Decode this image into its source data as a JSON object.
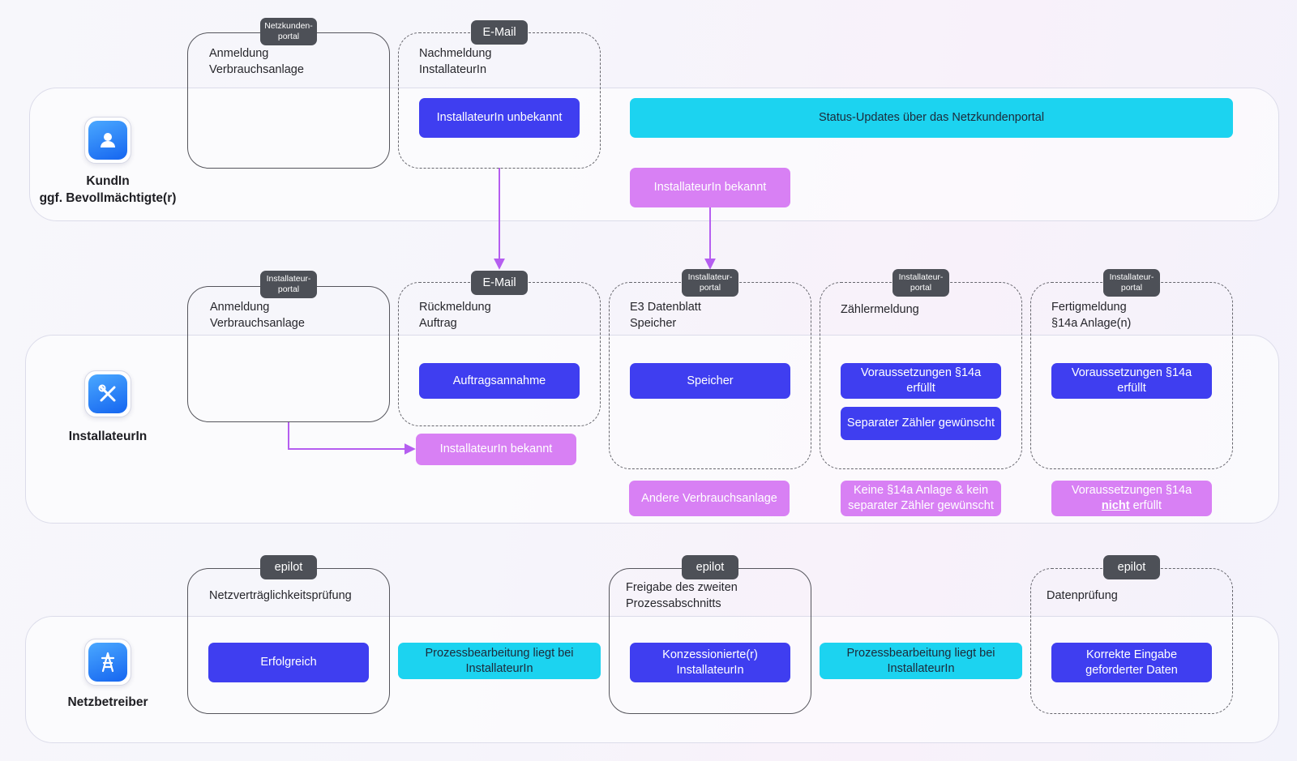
{
  "actors": {
    "customer": {
      "name": "KundIn",
      "sub": "ggf. Bevollmächtigte(r)",
      "icon": "person-icon"
    },
    "installer": {
      "name": "InstallateurIn",
      "icon": "tools-icon"
    },
    "operator": {
      "name": "Netzbetreiber",
      "icon": "power-pylon-icon"
    }
  },
  "row1": {
    "anmeldung": {
      "tag": "Netzkunden-portal",
      "title1": "Anmeldung",
      "title2": "Verbrauchsanlage"
    },
    "nachmeldung": {
      "tag": "E-Mail",
      "title1": "Nachmeldung",
      "title2": "InstallateurIn",
      "button": "InstallateurIn unbekannt"
    },
    "status": "Status-Updates über das Netzkundenportal",
    "installer_known": "InstallateurIn bekannt"
  },
  "row2": {
    "anmeldung": {
      "tag": "Installateur-portal",
      "title1": "Anmeldung",
      "title2": "Verbrauchsanlage"
    },
    "installer_known": "InstallateurIn bekannt",
    "rueckmeldung": {
      "tag": "E-Mail",
      "title1": "Rückmeldung",
      "title2": "Auftrag",
      "button": "Auftragsannahme"
    },
    "datenblatt": {
      "tag": "Installateur-portal",
      "title1": "E3 Datenblatt",
      "title2": "Speicher",
      "button": "Speicher",
      "outcome": "Andere Verbrauchsanlage"
    },
    "zaehler": {
      "tag": "Installateur-portal",
      "title": "Zählermeldung",
      "button1a": "Voraussetzungen §14a",
      "button1b": "erfüllt",
      "button2": "Separater Zähler gewünscht",
      "outcome1": "Keine §14a Anlage & kein",
      "outcome2": "separater Zähler gewünscht"
    },
    "fertig": {
      "tag": "Installateur-portal",
      "title1": "Fertigmeldung",
      "title2": "§14a Anlage(n)",
      "button1a": "Voraussetzungen §14a",
      "button1b": "erfüllt",
      "outcome1": "Voraussetzungen §14a",
      "outcome_bold": "nicht",
      "outcome_rest": " erfüllt"
    }
  },
  "row3": {
    "pruefung": {
      "tag": "epilot",
      "title": "Netzverträglichkeitsprüfung",
      "button": "Erfolgreich"
    },
    "process1a": "Prozessbearbeitung liegt bei",
    "process1b": "InstallateurIn",
    "freigabe": {
      "tag": "epilot",
      "title1": "Freigabe des zweiten",
      "title2": "Prozessabschnitts",
      "button1": "Konzessionierte(r)",
      "button2": "InstallateurIn"
    },
    "process2a": "Prozessbearbeitung liegt bei",
    "process2b": "InstallateurIn",
    "daten": {
      "tag": "epilot",
      "title": "Datenprüfung",
      "button1": "Korrekte Eingabe",
      "button2": "geforderter Daten"
    }
  },
  "colors": {
    "blue": "#3f3ef0",
    "cyan": "#1cd3f0",
    "pink": "#d880f4",
    "arrow": "#b55ef0",
    "tag": "#4d5057"
  }
}
